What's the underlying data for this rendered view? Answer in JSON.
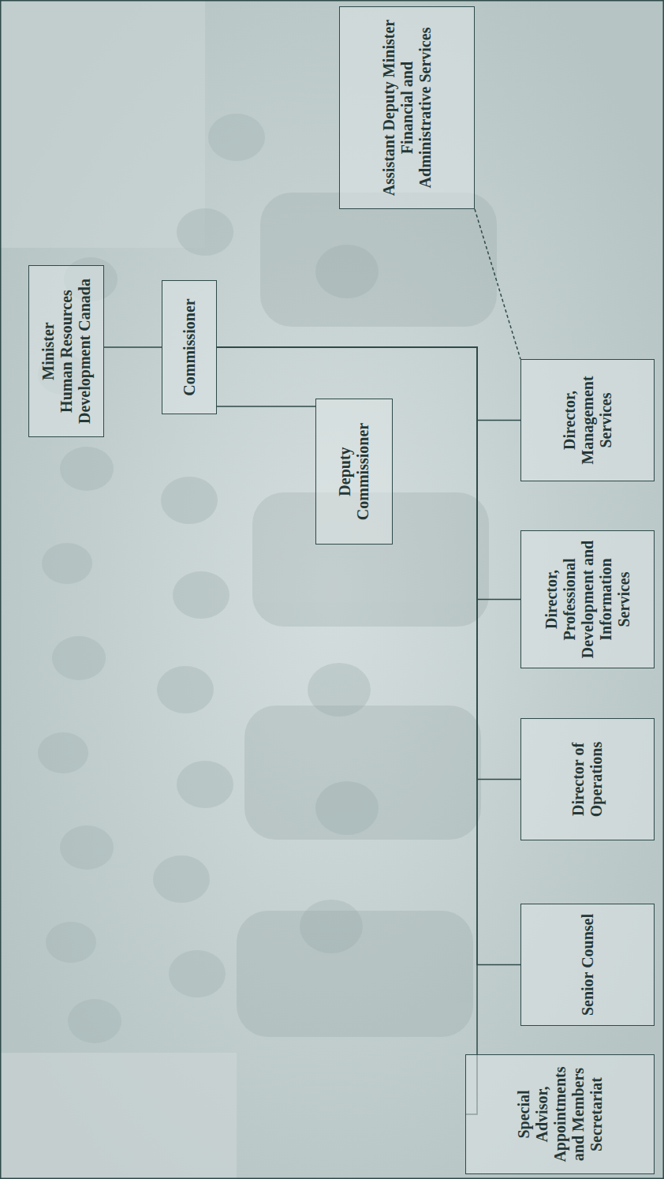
{
  "diagram": {
    "nodes": [
      {
        "text": [
          "Minister",
          "Human Resources Development Canada"
        ]
      },
      {
        "text": [
          "Commissioner"
        ]
      },
      {
        "text": [
          "Assistant Deputy Minister",
          "Financial and Administrative Services"
        ]
      },
      {
        "text": [
          "Deputy Commissioner"
        ]
      },
      {
        "text": [
          "Special Advisor, Appointments and Members Secretariat"
        ]
      },
      {
        "text": [
          "Senior Counsel"
        ]
      },
      {
        "text": [
          "Director of Operations"
        ]
      },
      {
        "text": [
          "Director, Professional Development and Information Services"
        ]
      },
      {
        "text": [
          "Director, Management Services"
        ]
      }
    ],
    "edges": [
      {
        "from": 0,
        "to": 1,
        "arrow": "none"
      },
      {
        "from": 1,
        "to": 3,
        "arrow": "none"
      },
      {
        "from": 1,
        "to": 4,
        "arrow": "none"
      },
      {
        "from": 1,
        "to": 5,
        "arrow": "none"
      },
      {
        "from": 1,
        "to": 6,
        "arrow": "none"
      },
      {
        "from": 1,
        "to": 7,
        "arrow": "none"
      },
      {
        "from": 1,
        "to": 8,
        "arrow": "none"
      },
      {
        "from": 2,
        "to": 8,
        "arrow": "none"
      }
    ]
  }
}
